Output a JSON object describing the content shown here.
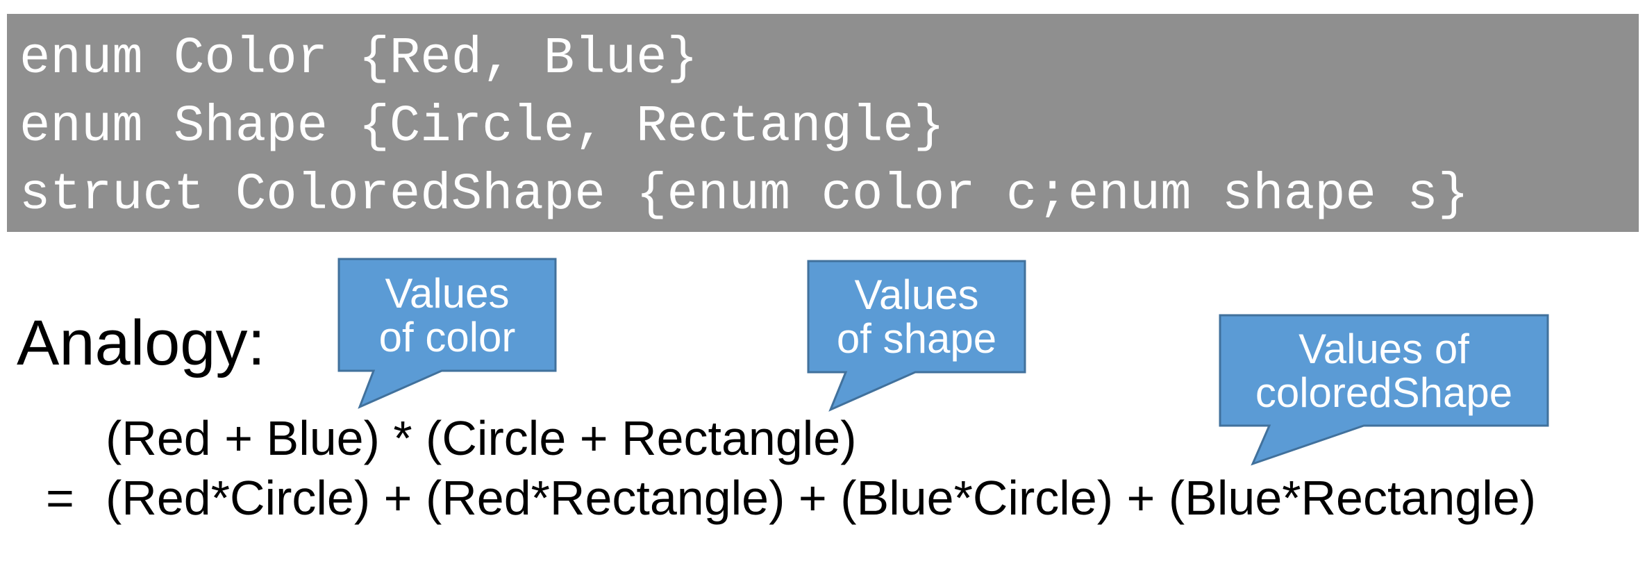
{
  "code": {
    "line1": "enum Color {Red, Blue}",
    "line2": "enum Shape {Circle, Rectangle}",
    "line3": "struct ColoredShape {enum color c;enum shape s}"
  },
  "analogy_label": "Analogy:",
  "equation": {
    "line1": "(Red + Blue) * (Circle + Rectangle)",
    "equals": "=",
    "line2": "(Red*Circle) + (Red*Rectangle) + (Blue*Circle) + (Blue*Rectangle)"
  },
  "callouts": {
    "color": {
      "line1": "Values",
      "line2": "of color"
    },
    "shape": {
      "line1": "Values",
      "line2": "of shape"
    },
    "colored_shape": {
      "line1": "Values of",
      "line2": "coloredShape"
    }
  },
  "colors": {
    "code_background": "#8f8f8f",
    "code_text": "#ffffff",
    "callout_fill": "#5b9bd5",
    "callout_border": "#41719c"
  }
}
